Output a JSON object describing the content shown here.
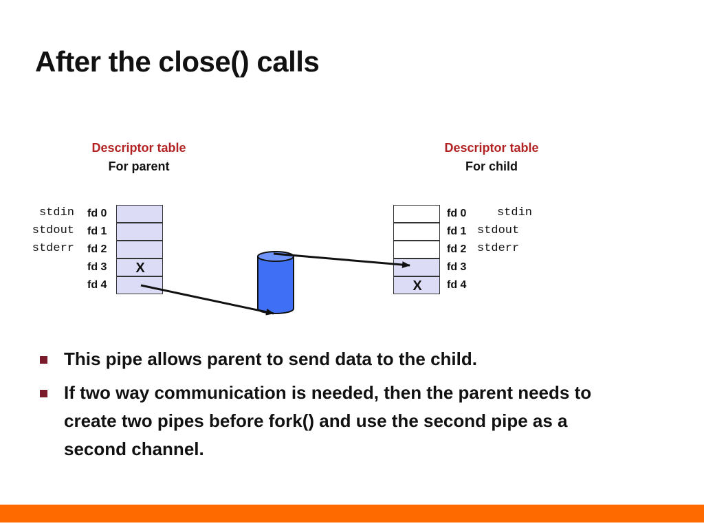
{
  "title": "After the close() calls",
  "parent_table": {
    "heading": "Descriptor table",
    "subheading": "For parent",
    "streams": [
      "stdin",
      "stdout",
      "stderr"
    ],
    "fds": [
      "fd 0",
      "fd 1",
      "fd 2",
      "fd 3",
      "fd 4"
    ],
    "closed_mark": "X"
  },
  "child_table": {
    "heading": "Descriptor table",
    "subheading": "For child",
    "streams": [
      "stdin",
      "stdout",
      "stderr"
    ],
    "fds": [
      "fd 0",
      "fd 1",
      "fd 2",
      "fd 3",
      "fd 4"
    ],
    "closed_mark": "X"
  },
  "bullets": [
    "This pipe allows parent to send data to the child.",
    "If two way communication is needed, then the parent needs to create two pipes before fork() and use the second pipe as a second channel."
  ],
  "colors": {
    "accent_red": "#b22222",
    "cell_fill": "#dcdcf6",
    "pipe_fill": "#3f6ff5",
    "footer_bar": "#ff6a00",
    "bullet_marker": "#7a1a2a"
  }
}
